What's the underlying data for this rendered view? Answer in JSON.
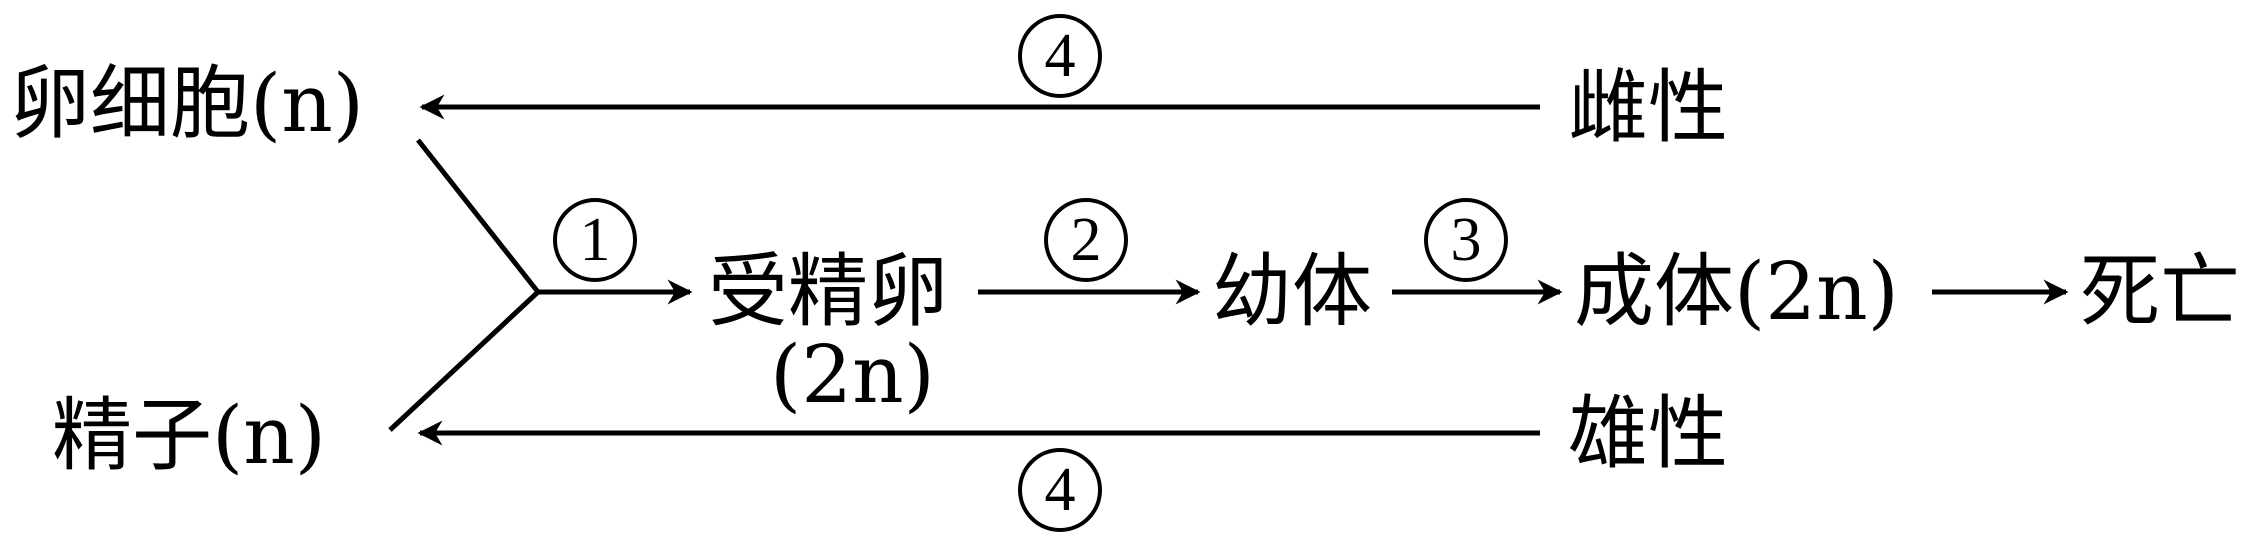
{
  "nodes": {
    "egg": "卵细胞(n)",
    "sperm": "精子(n)",
    "zygote": "受精卵",
    "zygote_ploidy": "(2n)",
    "juvenile": "幼体",
    "adult": "成体(2n)",
    "death": "死亡",
    "female": "雌性",
    "male": "雄性"
  },
  "steps": {
    "fertilization": "1",
    "development": "2",
    "growth": "3",
    "meiosis_female": "4",
    "meiosis_male": "4"
  },
  "colors": {
    "stroke": "#000000",
    "background": "#ffffff"
  }
}
